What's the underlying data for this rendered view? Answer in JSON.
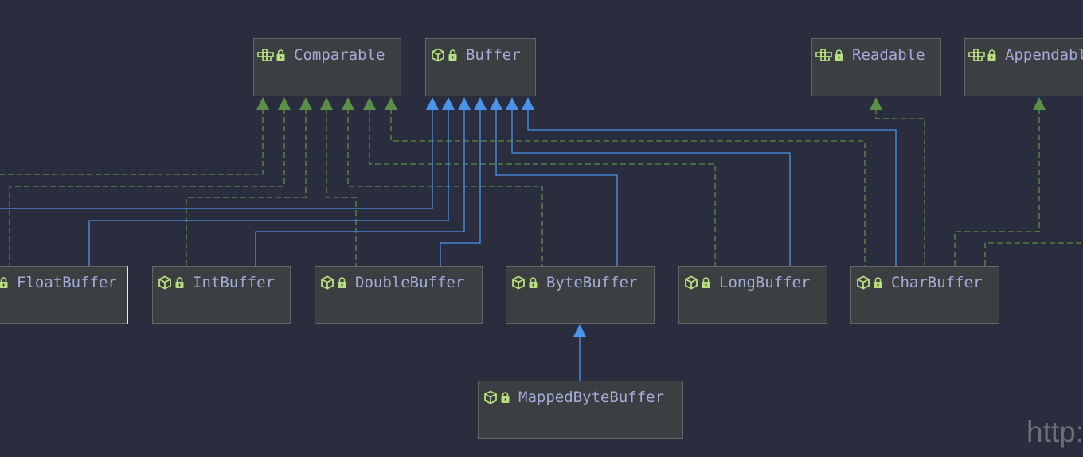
{
  "nodes": {
    "comparable": {
      "name": "Comparable",
      "kind": "interface"
    },
    "buffer": {
      "name": "Buffer",
      "kind": "class"
    },
    "readable": {
      "name": "Readable",
      "kind": "interface"
    },
    "appendable": {
      "name": "Appendable",
      "kind": "interface"
    },
    "floatbuffer": {
      "name": "FloatBuffer",
      "kind": "class"
    },
    "intbuffer": {
      "name": "IntBuffer",
      "kind": "class"
    },
    "doublebuffer": {
      "name": "DoubleBuffer",
      "kind": "class"
    },
    "bytebuffer": {
      "name": "ByteBuffer",
      "kind": "class"
    },
    "longbuffer": {
      "name": "LongBuffer",
      "kind": "class"
    },
    "charbuffer": {
      "name": "CharBuffer",
      "kind": "class"
    },
    "mappedbytebuffer": {
      "name": "MappedByteBuffer",
      "kind": "class"
    }
  },
  "edges": [
    {
      "from": "floatbuffer",
      "to": "comparable",
      "type": "implements"
    },
    {
      "from": "intbuffer",
      "to": "comparable",
      "type": "implements"
    },
    {
      "from": "doublebuffer",
      "to": "comparable",
      "type": "implements"
    },
    {
      "from": "bytebuffer",
      "to": "comparable",
      "type": "implements"
    },
    {
      "from": "longbuffer",
      "to": "comparable",
      "type": "implements"
    },
    {
      "from": "charbuffer",
      "to": "comparable",
      "type": "implements"
    },
    {
      "from": "floatbuffer",
      "to": "buffer",
      "type": "extends"
    },
    {
      "from": "intbuffer",
      "to": "buffer",
      "type": "extends"
    },
    {
      "from": "doublebuffer",
      "to": "buffer",
      "type": "extends"
    },
    {
      "from": "bytebuffer",
      "to": "buffer",
      "type": "extends"
    },
    {
      "from": "longbuffer",
      "to": "buffer",
      "type": "extends"
    },
    {
      "from": "charbuffer",
      "to": "buffer",
      "type": "extends"
    },
    {
      "from": "charbuffer",
      "to": "readable",
      "type": "implements"
    },
    {
      "from": "charbuffer",
      "to": "appendable",
      "type": "implements"
    },
    {
      "from": "mappedbytebuffer",
      "to": "bytebuffer",
      "type": "extends"
    }
  ],
  "colors": {
    "implements": "#5b8f47",
    "extends": "#4c93ec",
    "icon": "#b9e07f",
    "text": "#a3acd9"
  },
  "watermark": "http:/"
}
